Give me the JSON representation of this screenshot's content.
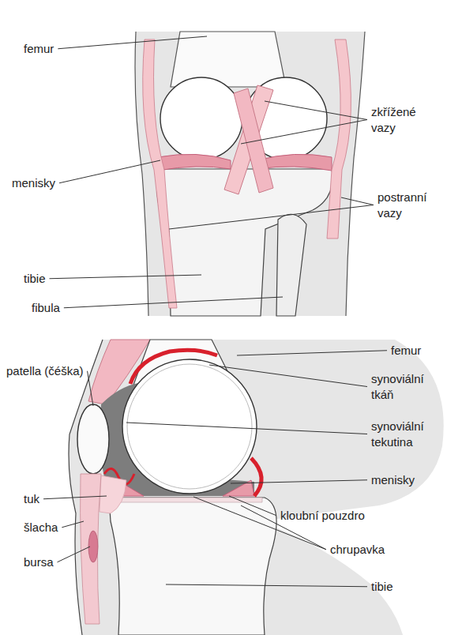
{
  "diagram": {
    "labels": [
      "femur",
      "zkřížené vazy",
      "menisky",
      "postranní vazy",
      "tibie",
      "fibula",
      "femur",
      "patella (čéška)",
      "synoviální tkáň",
      "synoviální tekutina",
      "menisky",
      "tuk",
      "kloubní pouzdro",
      "šlacha",
      "chrupavka",
      "bursa",
      "tibie"
    ]
  }
}
